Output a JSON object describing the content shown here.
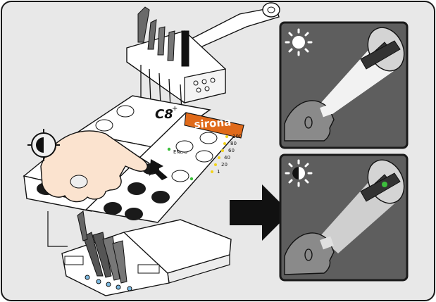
{
  "panel_left": {
    "model_label": "C8",
    "model_superscript": "+",
    "brand_label": "sirona",
    "percent_values": [
      "100",
      "80",
      "60",
      "40",
      "20",
      "1"
    ],
    "endo_label": "ENDO"
  },
  "colors": {
    "frame_bg": "#e8e8e8",
    "frame_border": "#1a1a1a",
    "dark_panel": "#5e5e5e",
    "arrow": "#111111",
    "brand_orange": "#e06a1a",
    "led_yellow": "#f2d21a",
    "led_green": "#3cbf3c",
    "light_beam": "#f2f2f2"
  },
  "icons": {
    "brightness_before": "sun-icon",
    "brightness_after": "half-sun-icon",
    "brightness_hand": "brightness-toggle-icon",
    "transition": "right-arrow-icon"
  }
}
